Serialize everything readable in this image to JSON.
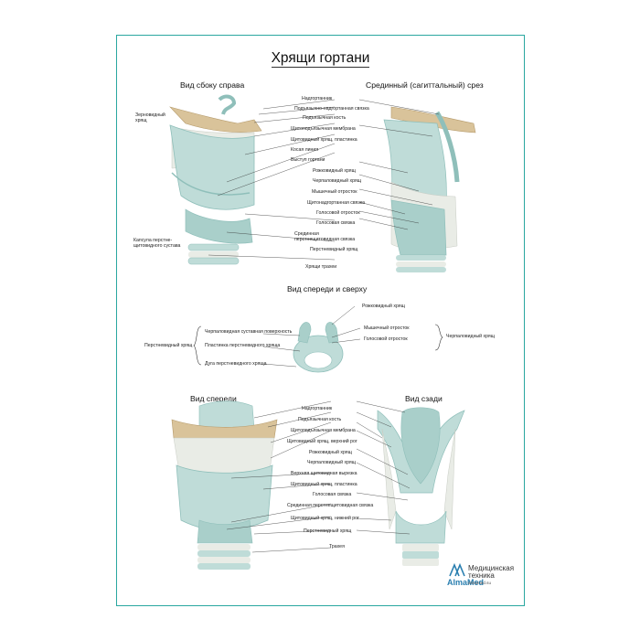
{
  "title": "Хрящи гортани",
  "views": {
    "side_right": "Вид сбоку справа",
    "sagittal": "Срединный (сагиттальный) срез",
    "front_top": "Вид спереди и сверху",
    "front": "Вид спереди",
    "back": "Вид сзади"
  },
  "labels_top": {
    "zernovidny": "Зерновидный хрящ",
    "capsula": "Капсула перстне-щитовидного сустава",
    "center": [
      "Надгортанник",
      "Подъязычно-надгортанная связка",
      "Подъязычная кость",
      "Щитоподъязычная мембрана",
      "Щитовидный хрящ, пластинка",
      "Косая линия",
      "Выступ гортани",
      "Рожковидный хрящ",
      "Черпаловидный хрящ",
      "Мышечный отросток",
      "Щитонадгортанная связка",
      "Голосовой отросток",
      "Голосовая связка",
      "Срединная перстнещитовидная связка",
      "Перстневидный хрящ",
      "Хрящи трахеи"
    ]
  },
  "labels_mid": {
    "left_group": "Перстневидный хрящ",
    "left_items": [
      "Черпаловидная суставная поверхность",
      "Пластинка перстневидного хряща",
      "Дуга перстневидного хряща"
    ],
    "right_top": "Рожковидный хрящ",
    "right_items": [
      "Мышечный отросток",
      "Голосовой отросток"
    ],
    "right_group": "Черпаловидный хрящ"
  },
  "labels_bottom": [
    "Надгортанник",
    "Подъязычная кость",
    "Щитоподъязычная мембрана",
    "Щитовидный хрящ, верхний рог",
    "Рожковидный хрящ",
    "Черпаловидный хрящ",
    "Верхняя щитовидная вырезка",
    "Щитовидный хрящ, пластинка",
    "Голосовая связка",
    "Срединная перстнещитовидная связка",
    "Щитовидный хрящ, нижний рог",
    "Перстневидный хрящ",
    "Трахея"
  ],
  "brand": {
    "name": "AlmaMed",
    "line1": "Медицинская",
    "line2": "техника",
    "site": "almamed.su"
  },
  "colors": {
    "frame": "#2aa7a0",
    "cartilage": "#bfdcd8",
    "cartilage_dark": "#8fbfba",
    "bone": "#d9c39a",
    "ligament": "#e9ece6"
  }
}
